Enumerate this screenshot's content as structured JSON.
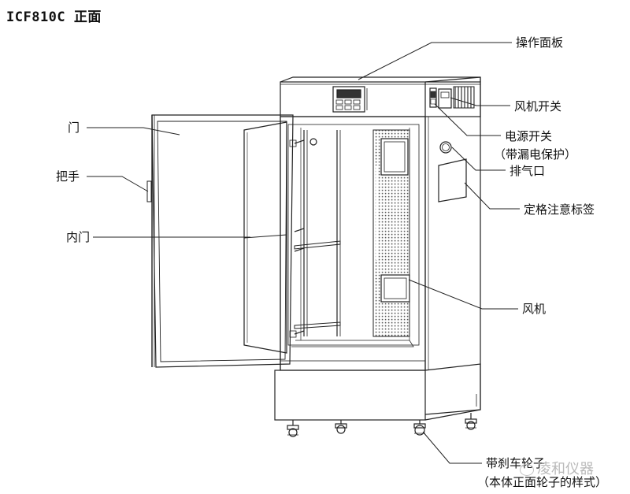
{
  "title": "ICF810C 正面",
  "labels": {
    "control_panel": "操作面板",
    "fan_switch": "风机开关",
    "power_switch": "电源开关",
    "leakage_protection": "（带漏电保护）",
    "exhaust_port": "排气口",
    "rating_label": "定格注意标签",
    "door": "门",
    "handle": "把手",
    "inner_door": "内门",
    "fan": "风机",
    "casters": "带刹车轮子",
    "casters_note": "（本体正面轮子的样式）"
  },
  "watermark": "凌和仪器"
}
